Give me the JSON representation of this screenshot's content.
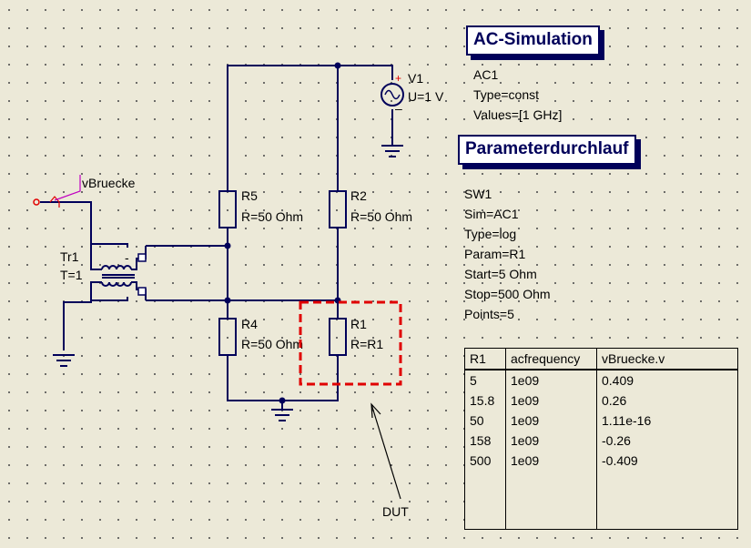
{
  "components": {
    "v1": {
      "name": "V1",
      "value": "U=1 V",
      "plus": "+",
      "minus": "–"
    },
    "r5": {
      "name": "R5",
      "value": "R=50 Ohm"
    },
    "r2": {
      "name": "R2",
      "value": "R=50 Ohm"
    },
    "r4": {
      "name": "R4",
      "value": "R=50 Ohm"
    },
    "r1": {
      "name": "R1",
      "value": "R=R1"
    },
    "tr1": {
      "name": "Tr1",
      "value": "T=1"
    },
    "probe": {
      "name": "vBruecke"
    },
    "dut_label": "DUT"
  },
  "ac_sim": {
    "title": "AC-Simulation",
    "lines": [
      "AC1",
      "Type=const",
      "Values=[1 GHz]"
    ]
  },
  "sweep": {
    "title": "Parameterdurchlauf",
    "lines": [
      "SW1",
      "Sim=AC1",
      "Type=log",
      "Param=R1",
      "Start=5 Ohm",
      "Stop=500 Ohm",
      "Points=5"
    ]
  },
  "table": {
    "headers": [
      "R1",
      "acfrequency",
      "vBruecke.v"
    ],
    "rows": [
      [
        "5",
        "1e09",
        "0.409"
      ],
      [
        "15.8",
        "1e09",
        "0.26"
      ],
      [
        "50",
        "1e09",
        "1.11e-16"
      ],
      [
        "158",
        "1e09",
        "-0.26"
      ],
      [
        "500",
        "1e09",
        "-0.409"
      ]
    ]
  },
  "colors": {
    "wire": "#00005a",
    "dut_box": "#e00000",
    "node": "#00005a"
  }
}
